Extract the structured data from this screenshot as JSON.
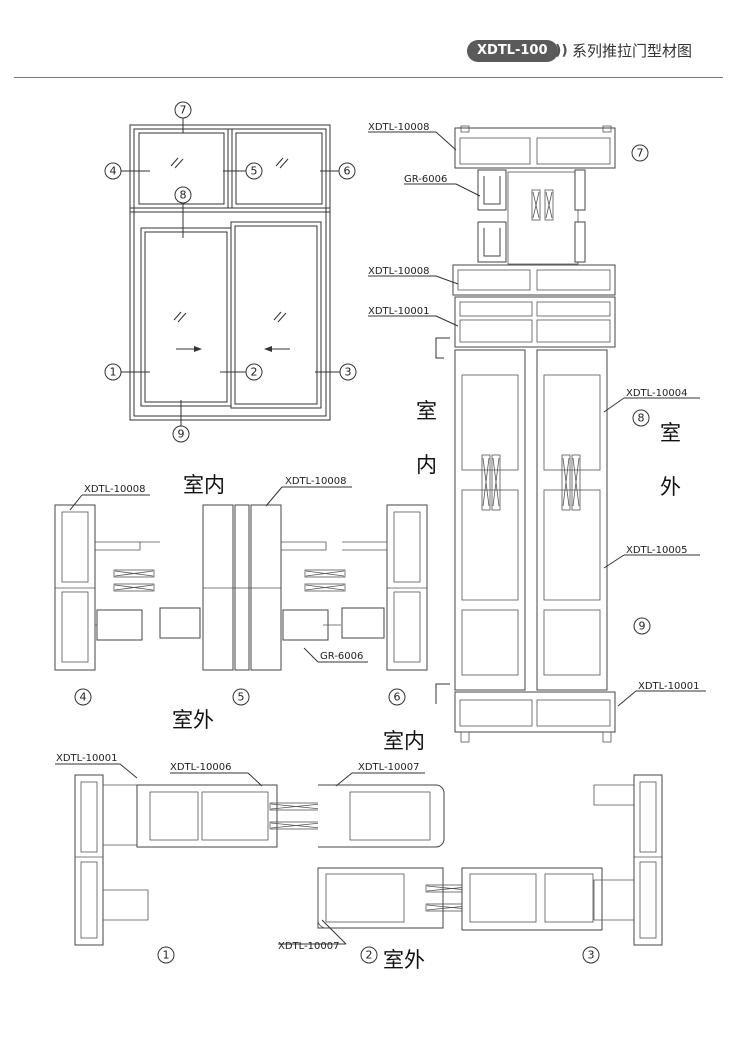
{
  "header": {
    "badge": "XDTL-100",
    "title": "系列推拉门型材图"
  },
  "callouts": {
    "c1": "1",
    "c2": "2",
    "c3": "3",
    "c4": "4",
    "c5": "5",
    "c6": "6",
    "c7": "7",
    "c8": "8",
    "c9": "9"
  },
  "labels": {
    "indoor": "室内",
    "outdoor": "室外",
    "vertical_indoor_1": "室",
    "vertical_indoor_2": "内",
    "vertical_outdoor_1": "室",
    "vertical_outdoor_2": "外"
  },
  "profiles": {
    "p10008": "XDTL-10008",
    "p10001": "XDTL-10001",
    "p10004": "XDTL-10004",
    "p10005": "XDTL-10005",
    "p10006": "XDTL-10006",
    "p10007": "XDTL-10007",
    "gr6006": "GR-6006"
  },
  "colors": {
    "line": "#333333",
    "badge": "#5a5a5a",
    "background": "#ffffff"
  }
}
